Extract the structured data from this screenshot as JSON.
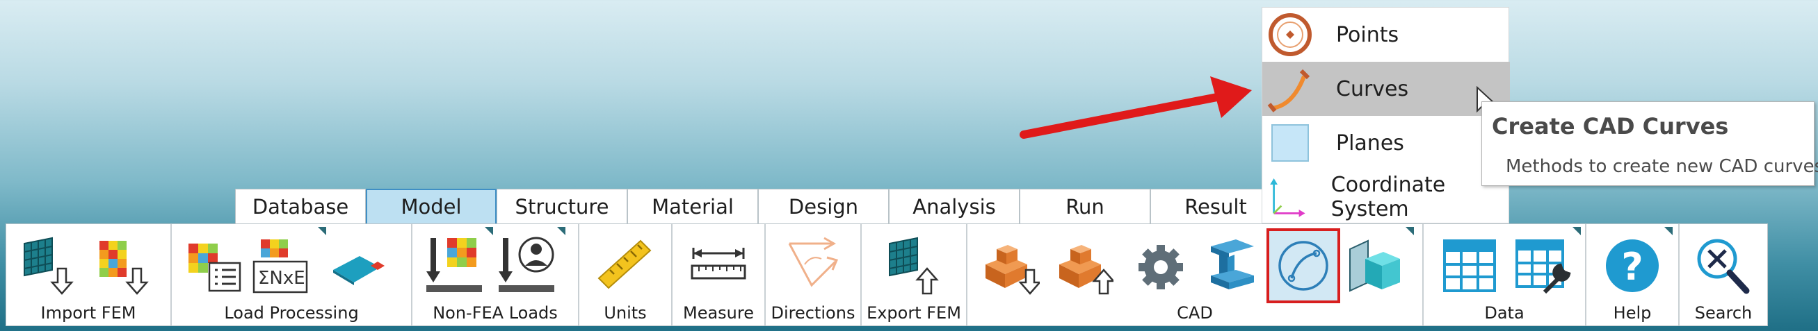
{
  "tabs": [
    "Database",
    "Model",
    "Structure",
    "Material",
    "Design",
    "Analysis",
    "Run",
    "Result",
    ""
  ],
  "active_tab": "Model",
  "groups": {
    "import_fem": "Import FEM",
    "load_processing": "Load Processing",
    "non_fea_loads": "Non-FEA Loads",
    "units": "Units",
    "measure": "Measure",
    "directions": "Directions",
    "export_fem": "Export FEM",
    "cad": "CAD",
    "data": "Data",
    "help": "Help",
    "search": "Search"
  },
  "dropdown": {
    "items": [
      "Points",
      "Curves",
      "Planes",
      "Coordinate System"
    ],
    "selected": "Curves"
  },
  "tooltip": {
    "title": "Create CAD Curves",
    "description": "Methods to create new CAD curves"
  },
  "colors": {
    "accent_blue": "#2d7fb8",
    "highlight_red": "#d81e1e",
    "teal": "#1d7f8c",
    "orange": "#e07a2e"
  },
  "icons": [
    "grid-import-icon",
    "colored-grid-import-icon",
    "colored-grid-list-icon",
    "sum-nxe-icon",
    "diamond-icon",
    "load-grid-icon",
    "load-person-icon",
    "ruler-icon",
    "measure-icon",
    "directions-icon",
    "grid-export-icon",
    "cad-import-icon",
    "cad-export-icon",
    "gear-icon",
    "beam-icon",
    "curve-icon",
    "box-surface-icon",
    "data-table-icon",
    "data-tool-icon",
    "help-icon",
    "search-icon"
  ]
}
